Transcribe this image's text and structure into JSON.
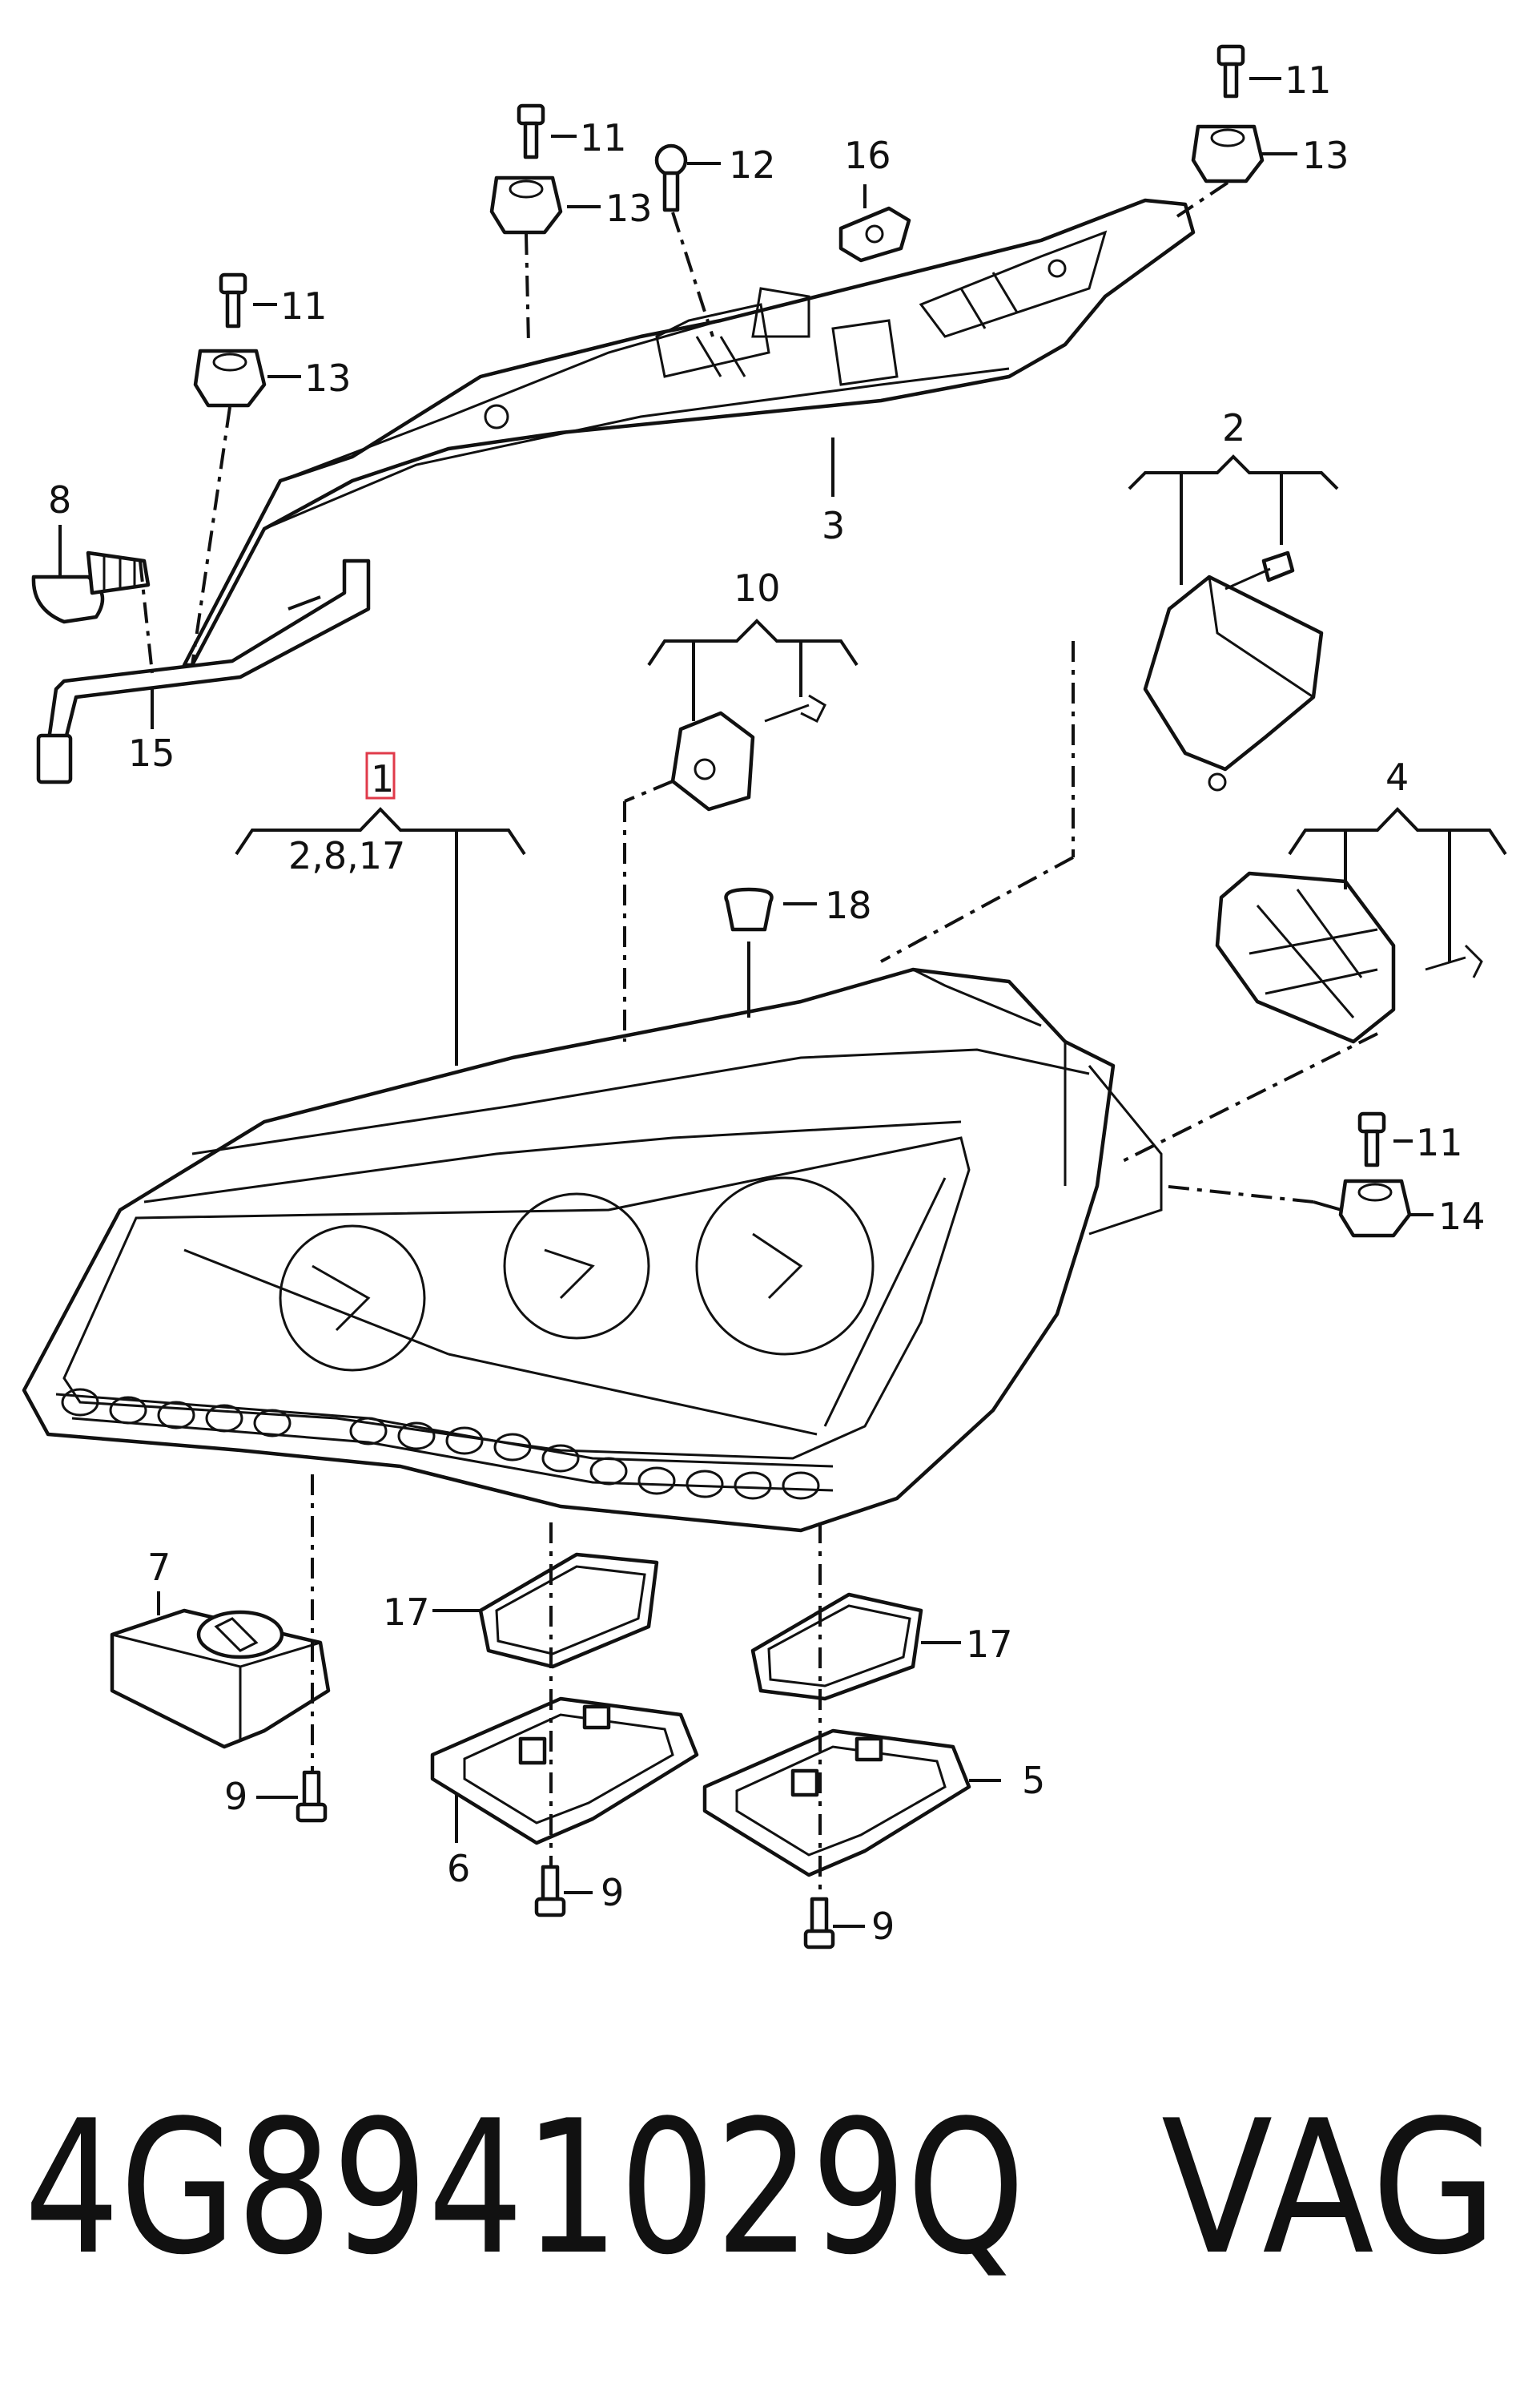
{
  "labels": {
    "p1": "1",
    "p1_group": "2,8,17",
    "p2": "2",
    "p3": "3",
    "p4": "4",
    "p5": "5",
    "p6": "6",
    "p7": "7",
    "p8": "8",
    "p9": "9",
    "p10": "10",
    "p11": "11",
    "p12": "12",
    "p13": "13",
    "p14": "14",
    "p15": "15",
    "p16": "16",
    "p17": "17",
    "p18": "18"
  },
  "footer": {
    "part_number": "4G8941029Q",
    "brand": "VAG"
  },
  "colors": {
    "line": "#111111",
    "highlight": "#e03a4a"
  }
}
